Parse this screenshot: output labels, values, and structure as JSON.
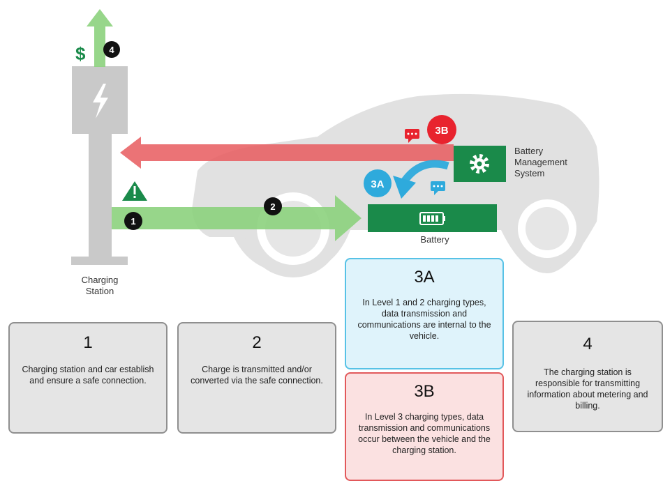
{
  "colors": {
    "green_arrow": "#8cd17d",
    "red_arrow": "#e85a5e",
    "dark_green": "#1a8a4a",
    "blue": "#2eaadc",
    "red_badge": "#e8232e",
    "gray_station": "#c9c9c9",
    "car": "#e1e1e1"
  },
  "icons": {
    "dollar": "dollar-sign-icon",
    "lightning": "lightning-bolt-icon",
    "warning": "warning-triangle-icon",
    "gear": "gear-icon",
    "battery": "battery-icon",
    "chat": "chat-bubble-icon"
  },
  "diagram": {
    "dollar_sign": "$",
    "badge_4": "4",
    "badge_1": "1",
    "badge_2": "2",
    "badge_3a": "3A",
    "badge_3b": "3B",
    "station_label_line1": "Charging",
    "station_label_line2": "Station",
    "battery_label": "Battery",
    "bms_label_line1": "Battery",
    "bms_label_line2": "Management",
    "bms_label_line3": "System"
  },
  "cards": {
    "c1": {
      "number": "1",
      "text": "Charging station and car establish and ensure a safe connection."
    },
    "c2": {
      "number": "2",
      "text": "Charge is transmitted and/or converted via the safe connection."
    },
    "c3a": {
      "number": "3A",
      "text": "In Level 1 and 2 charging types, data transmission and communications are internal to the vehicle."
    },
    "c3b": {
      "number": "3B",
      "text": "In Level 3 charging types, data transmission and communications occur between the vehicle and the charging station."
    },
    "c4": {
      "number": "4",
      "text": "The charging station is responsible for transmitting information about metering and billing."
    }
  }
}
